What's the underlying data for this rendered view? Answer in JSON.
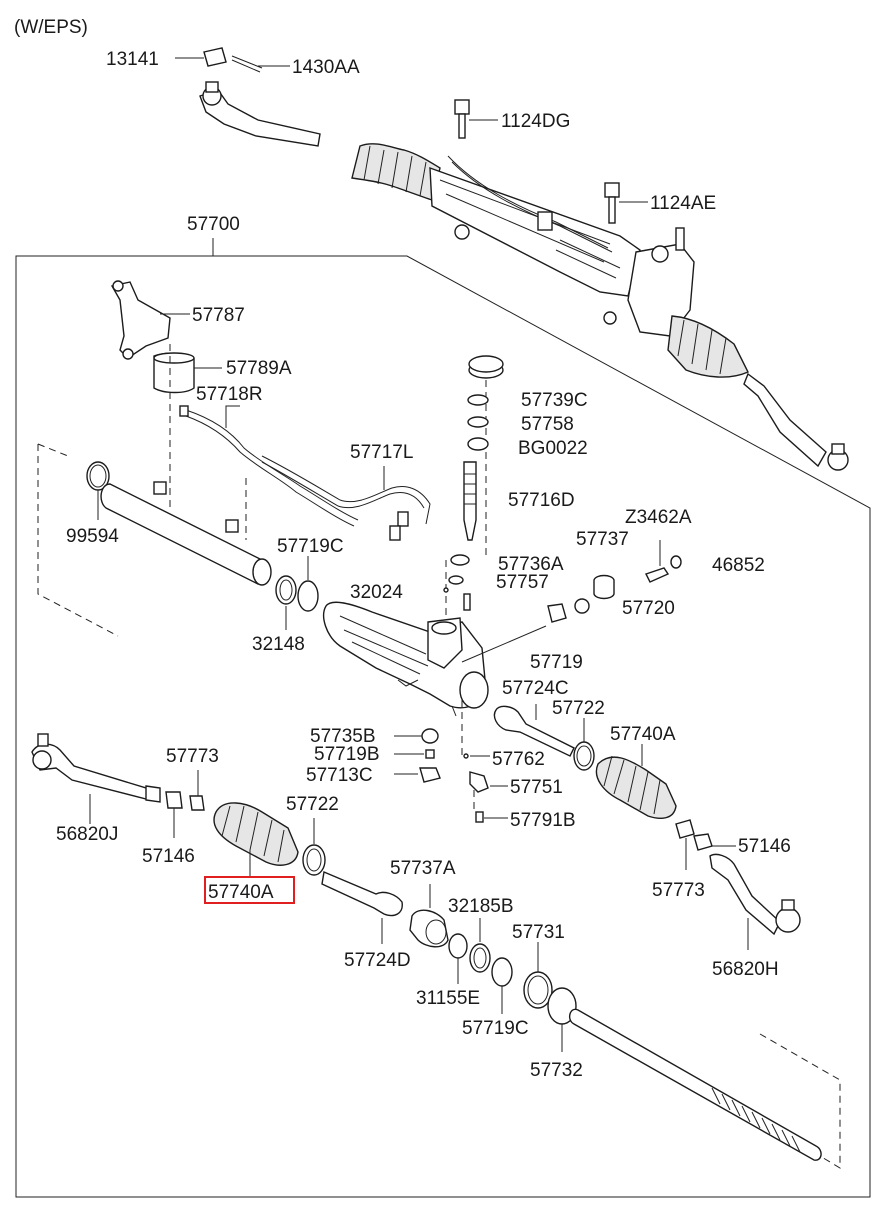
{
  "header": {
    "variant": "(W/EPS)"
  },
  "assembly": {
    "label": "57700"
  },
  "highlight": {
    "part": "57740A",
    "color": "#e02020"
  },
  "parts": {
    "p13141": "13141",
    "p1430AA": "1430AA",
    "p1124DG": "1124DG",
    "p1124AE": "1124AE",
    "p57787": "57787",
    "p57789A": "57789A",
    "p57718R": "57718R",
    "p57739C": "57739C",
    "p57758": "57758",
    "pBG0022": "BG0022",
    "p57717L": "57717L",
    "p99594": "99594",
    "p57716D": "57716D",
    "pZ3462A": "Z3462A",
    "p57719C_top": "57719C",
    "p57737": "57737",
    "p57736A": "57736A",
    "p46852": "46852",
    "p32024": "32024",
    "p57757": "57757",
    "p32148": "32148",
    "p57720": "57720",
    "p57719": "57719",
    "p57724C": "57724C",
    "p57735B": "57735B",
    "p57722_right": "57722",
    "p57740A_right": "57740A",
    "p57773_left": "57773",
    "p57719B": "57719B",
    "p57762": "57762",
    "p57713C": "57713C",
    "p57751": "57751",
    "p57722_left": "57722",
    "p56820J": "56820J",
    "p57791B": "57791B",
    "p57146_right": "57146",
    "p57146_left": "57146",
    "p57737A": "57737A",
    "p57740A_left": "57740A",
    "p57773_right": "57773",
    "p32185B": "32185B",
    "p57731": "57731",
    "p57724D": "57724D",
    "p56820H": "56820H",
    "p31155E": "31155E",
    "p57719C_bottom": "57719C",
    "p57732": "57732"
  }
}
